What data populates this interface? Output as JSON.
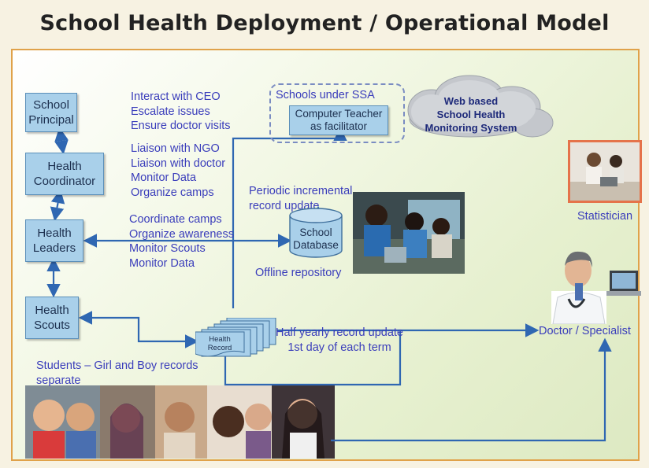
{
  "title": "School Health Deployment / Operational Model",
  "nodes": {
    "school_principal": [
      "School",
      "Principal"
    ],
    "health_coordinator": [
      "Health",
      "Coordinator"
    ],
    "health_leaders": [
      "Health",
      "Leaders"
    ],
    "health_scouts": [
      "Health",
      "Scouts"
    ],
    "computer_teacher": [
      "Computer Teacher",
      "as facilitator"
    ],
    "school_database": [
      "School",
      "Database"
    ],
    "health_record": [
      "Health",
      "Record"
    ],
    "web_system": [
      "Web based",
      "School Health",
      "Monitoring System"
    ]
  },
  "labels": {
    "schools_under_ssa": "Schools under SSA",
    "coordinator_duties": [
      "Interact with CEO",
      "Escalate issues",
      "Ensure doctor visits"
    ],
    "leader_liaison": [
      "Liaison with NGO",
      "Liaison with doctor",
      "Monitor Data",
      "Organize camps"
    ],
    "leader_tasks": [
      "Coordinate camps",
      "Organize awareness",
      "Monitor Scouts",
      "Monitor Data"
    ],
    "periodic_update": [
      "Periodic incremental",
      "record update"
    ],
    "offline_repository": "Offline repository",
    "half_yearly": [
      "Half yearly record update",
      "1st day of each term"
    ],
    "students": [
      "Students – Girl and Boy records",
      "separate"
    ],
    "statistician": "Statistician",
    "doctor": "Doctor / Specialist"
  },
  "colors": {
    "box_fill": "#a9d0ea",
    "arrow": "#2f67b2",
    "label_text": "#3a3dbb",
    "frame": "#e0a24a"
  }
}
